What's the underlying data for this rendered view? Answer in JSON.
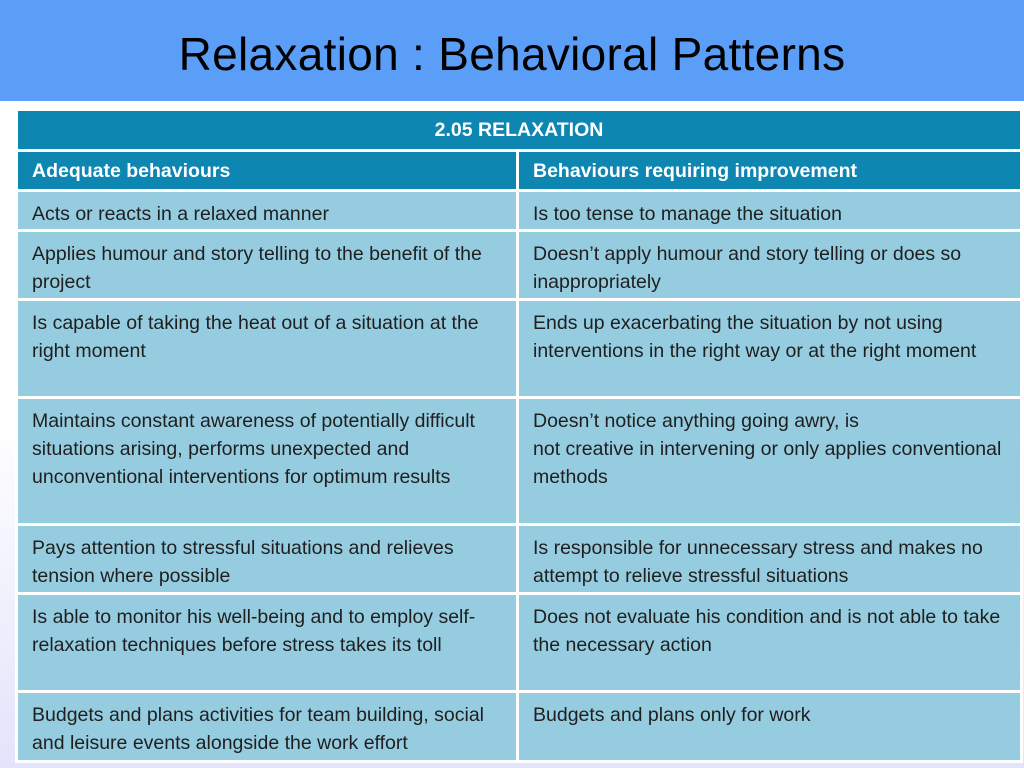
{
  "slide": {
    "title": "Relaxation : Behavioral Patterns"
  },
  "table": {
    "header": "2.05 RELAXATION",
    "columns": [
      "Adequate behaviours",
      "Behaviours requiring improvement"
    ],
    "rows": [
      {
        "adequate": "Acts or reacts in a relaxed manner",
        "improvement": "Is too tense to manage the situation"
      },
      {
        "adequate": "Applies humour and story telling to the benefit of the project",
        "improvement": "Doesn’t apply humour and story telling or does so inappropriately"
      },
      {
        "adequate": "Is capable of taking the heat out of a situation at the right moment",
        "improvement": "Ends up exacerbating the situation by not using interventions in the right way or at the right moment"
      },
      {
        "adequate": "Maintains constant awareness of potentially difficult situations arising, performs unexpected and unconventional interventions for optimum results",
        "improvement": "Doesn’t notice anything  going awry, is\nnot creative in intervening or only applies conventional methods"
      },
      {
        "adequate": "Pays attention to stressful situations and relieves tension where possible",
        "improvement": "Is responsible for unnecessary stress and makes no attempt to relieve stressful situations"
      },
      {
        "adequate": "Is able to monitor his well-being and to employ self-relaxation techniques before stress takes its toll",
        "improvement": "Does not evaluate his condition and is not able to take the necessary action"
      },
      {
        "adequate": "Budgets and plans activities for team building, social  and leisure events alongside the work effort",
        "improvement": "Budgets and plans only for work"
      }
    ]
  }
}
